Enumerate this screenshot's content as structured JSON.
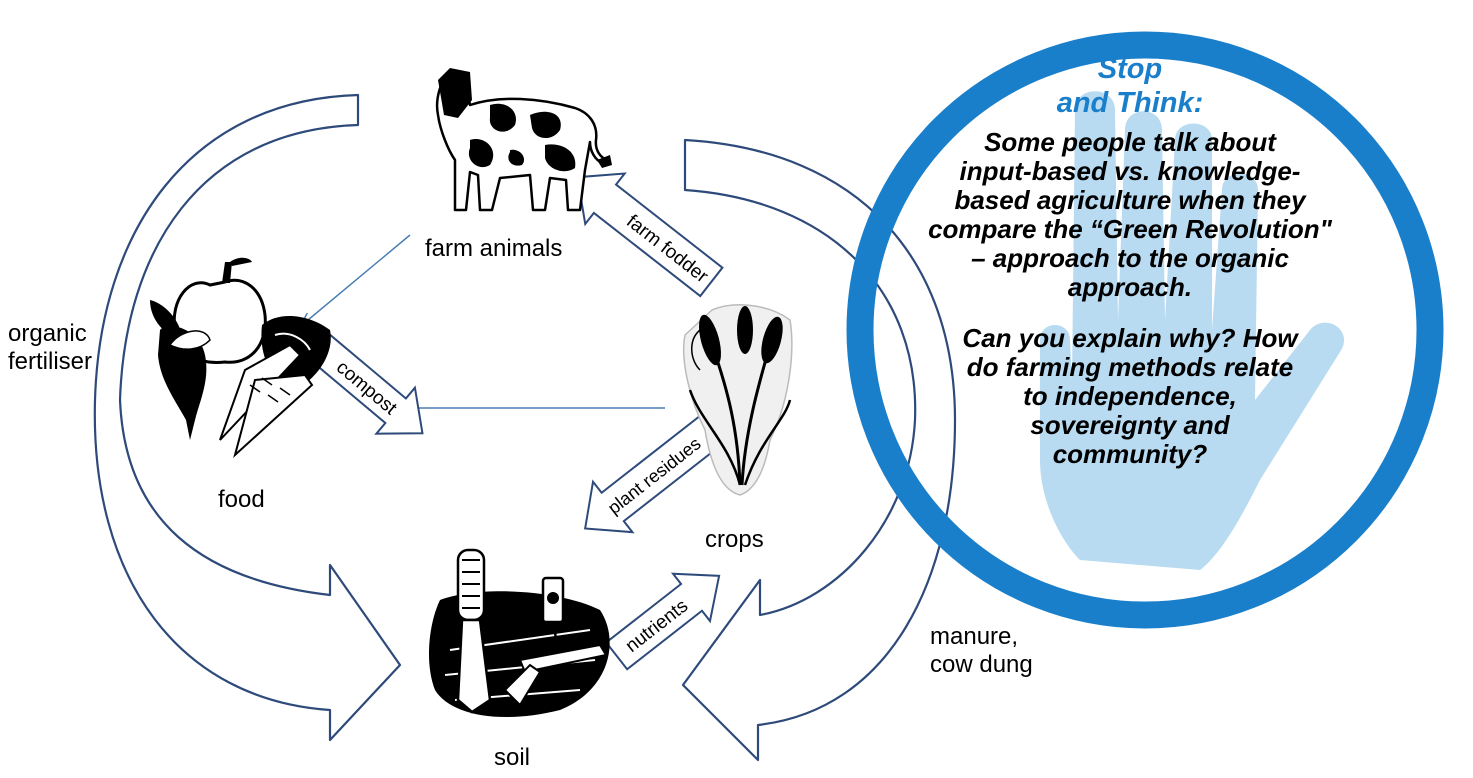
{
  "nodes": {
    "farm_animals": "farm animals",
    "food": "food",
    "crops": "crops",
    "soil": "soil",
    "organic_fertiliser_line1": "organic",
    "organic_fertiliser_line2": "fertiliser",
    "manure_line1": "manure,",
    "manure_line2": "cow dung"
  },
  "arrows": {
    "farm_fodder": "farm fodder",
    "compost": "compost",
    "plant_residues": "plant residues",
    "nutrients": "nutrients"
  },
  "callout": {
    "title_line1": "Stop",
    "title_line2": "and Think:",
    "body1_lines": [
      "Some people talk about",
      "input-based vs. knowledge-",
      "based agriculture when they",
      "compare the “Green Revolution\"",
      "– approach to the organic",
      "approach."
    ],
    "body2_lines": [
      "Can you explain why? How",
      "do farming methods relate",
      "to independence,",
      "sovereignty and",
      "community?"
    ]
  },
  "colors": {
    "ring": "#1a7fcb",
    "hand": "#b8dbf2",
    "arrow_stroke": "#2e4a7a",
    "thin_arrow": "#4a7fb5",
    "title": "#1a7fcb"
  },
  "icons": [
    "cow-icon",
    "vegetables-icon",
    "wheat-icon",
    "garden-tools-icon",
    "stop-hand-icon"
  ]
}
